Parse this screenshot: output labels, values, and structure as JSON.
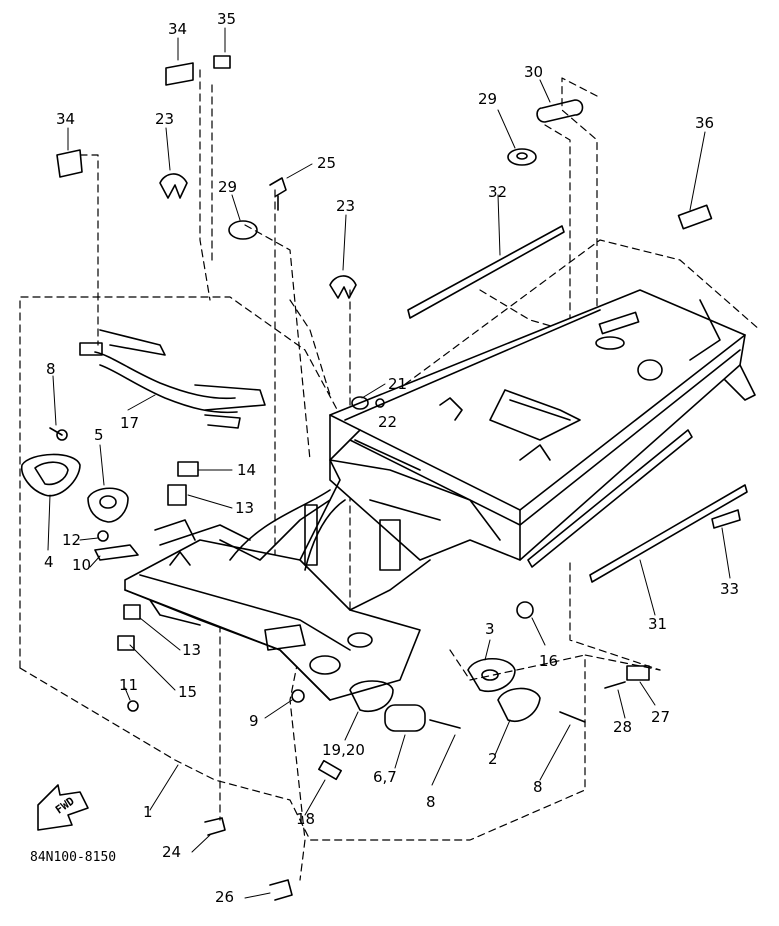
{
  "diagram": {
    "figure_code": "84N100-8150",
    "fwd_label": "FWD",
    "callouts": [
      "34",
      "35",
      "34",
      "23",
      "29",
      "25",
      "30",
      "29",
      "36",
      "23",
      "32",
      "8",
      "5",
      "17",
      "14",
      "13",
      "21",
      "22",
      "4",
      "12",
      "10",
      "13",
      "15",
      "11",
      "3",
      "16",
      "33",
      "31",
      "9",
      "19,20",
      "6,7",
      "2",
      "28",
      "27",
      "8",
      "8",
      "18",
      "1",
      "24",
      "26"
    ],
    "ink_color": "#000000",
    "paper_color": "#ffffff"
  }
}
